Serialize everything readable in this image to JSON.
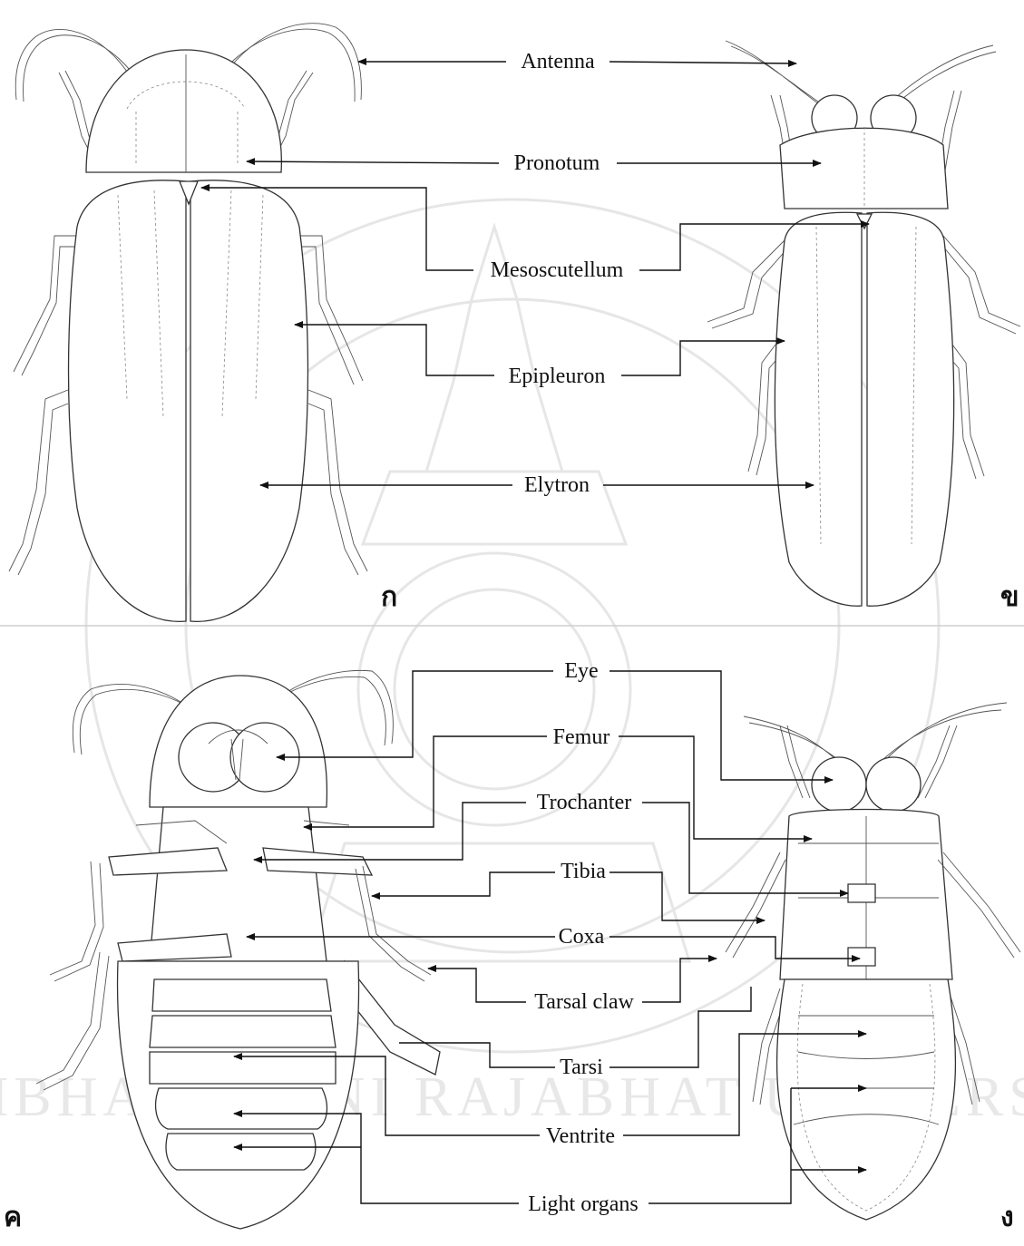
{
  "panels": {
    "top_left": "ก",
    "top_right": "ข",
    "bottom_left": "ค",
    "bottom_right": "ง"
  },
  "labels": {
    "antenna": "Antenna",
    "pronotum": "Pronotum",
    "mesoscutellum": "Mesoscutellum",
    "epipleuron": "Epipleuron",
    "elytron": "Elytron",
    "eye": "Eye",
    "femur": "Femur",
    "trochanter": "Trochanter",
    "tibia": "Tibia",
    "coxa": "Coxa",
    "tarsal_claw": "Tarsal claw",
    "tarsi": "Tarsi",
    "ventrite": "Ventrite",
    "light_organs": "Light organs"
  },
  "watermark": {
    "text_lower": "RAMBHAI BARNI RAJABHAT UNIVERSITY"
  },
  "colors": {
    "line": "#111111",
    "watermark": "#e6e6e6"
  }
}
